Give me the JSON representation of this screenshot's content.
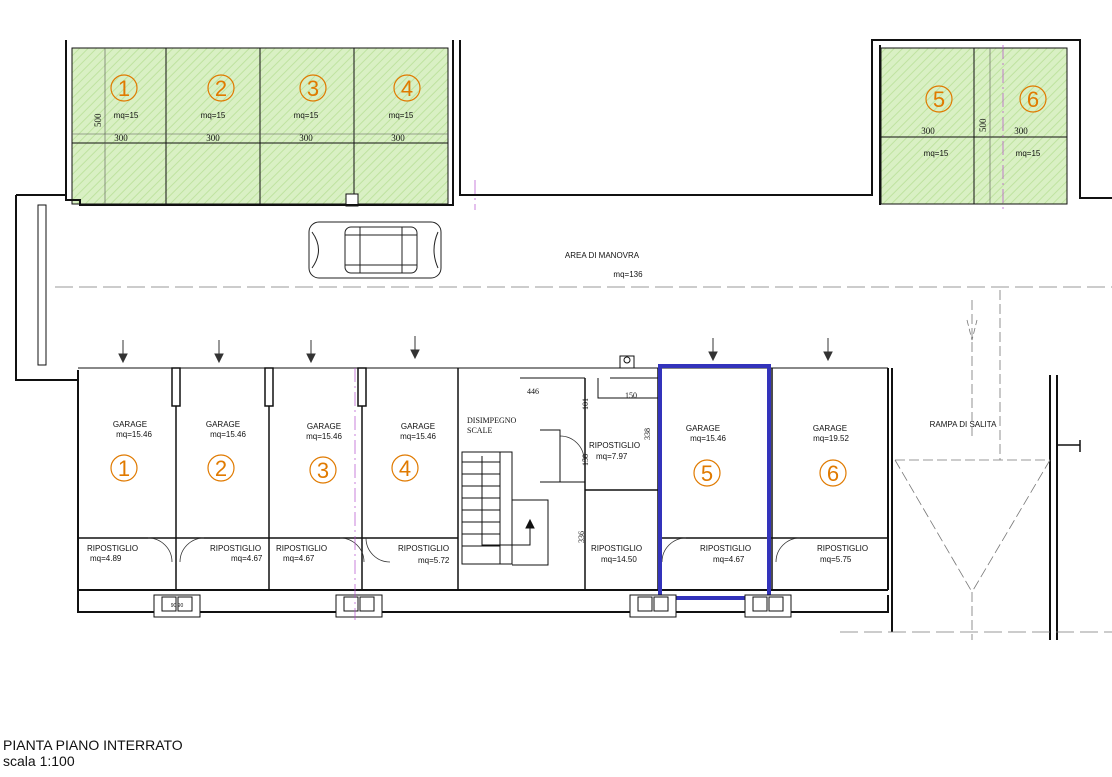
{
  "colors": {
    "parking_fill": "#d9f0c4",
    "parking_hatch": "#bfe3a0",
    "unit_number": "#e07a00",
    "highlight": "#3333bb",
    "wall": "#111111"
  },
  "outdoor_parking": [
    {
      "number": "1",
      "area": "mq=15",
      "width": "300"
    },
    {
      "number": "2",
      "area": "mq=15",
      "width": "300"
    },
    {
      "number": "3",
      "area": "mq=15",
      "width": "300"
    },
    {
      "number": "4",
      "area": "mq=15",
      "width": "300"
    },
    {
      "number": "5",
      "area": "mq=15",
      "width": "300"
    },
    {
      "number": "6",
      "area": "mq=15",
      "width": "300"
    }
  ],
  "parking_depth": "500",
  "parking_depth_right": "500",
  "manoeuvre": {
    "label": "AREA DI MANOVRA",
    "area": "mq=136"
  },
  "garages": [
    {
      "label": "GARAGE",
      "area": "mq=15.46",
      "number": "1",
      "store_label": "RIPOSTIGLIO",
      "store_area": "mq=4.89"
    },
    {
      "label": "GARAGE",
      "area": "mq=15.46",
      "number": "2",
      "store_label": "RIPOSTIGLIO",
      "store_area": "mq=4.67"
    },
    {
      "label": "GARAGE",
      "area": "mq=15.46",
      "number": "3",
      "store_label": "RIPOSTIGLIO",
      "store_area": "mq=4.67"
    },
    {
      "label": "GARAGE",
      "area": "mq=15.46",
      "number": "4",
      "store_label": "RIPOSTIGLIO",
      "store_area": "mq=5.72"
    },
    {
      "label": "GARAGE",
      "area": "mq=15.46",
      "number": "5",
      "store_label": "RIPOSTIGLIO",
      "store_area": "mq=4.67"
    },
    {
      "label": "GARAGE",
      "area": "mq=19.52",
      "number": "6",
      "store_label": "RIPOSTIGLIO",
      "store_area": "mq=5.75"
    }
  ],
  "central": {
    "disimpegno": "DISIMPEGNO",
    "scale": "SCALE",
    "store1_label": "RIPOSTIGLIO",
    "store1_area": "mq=7.97",
    "store2_label": "RIPOSTIGLIO",
    "store2_area": "mq=14.50",
    "dim_446": "446",
    "dim_150": "150",
    "dim_101": "101",
    "dim_338": "338",
    "dim_158": "158",
    "dim_336": "336"
  },
  "ramp": {
    "label": "RAMPA DI SALITA"
  },
  "vent_label": "90 90",
  "title": "PIANTA PIANO INTERRATO",
  "scale": "scala 1:100"
}
